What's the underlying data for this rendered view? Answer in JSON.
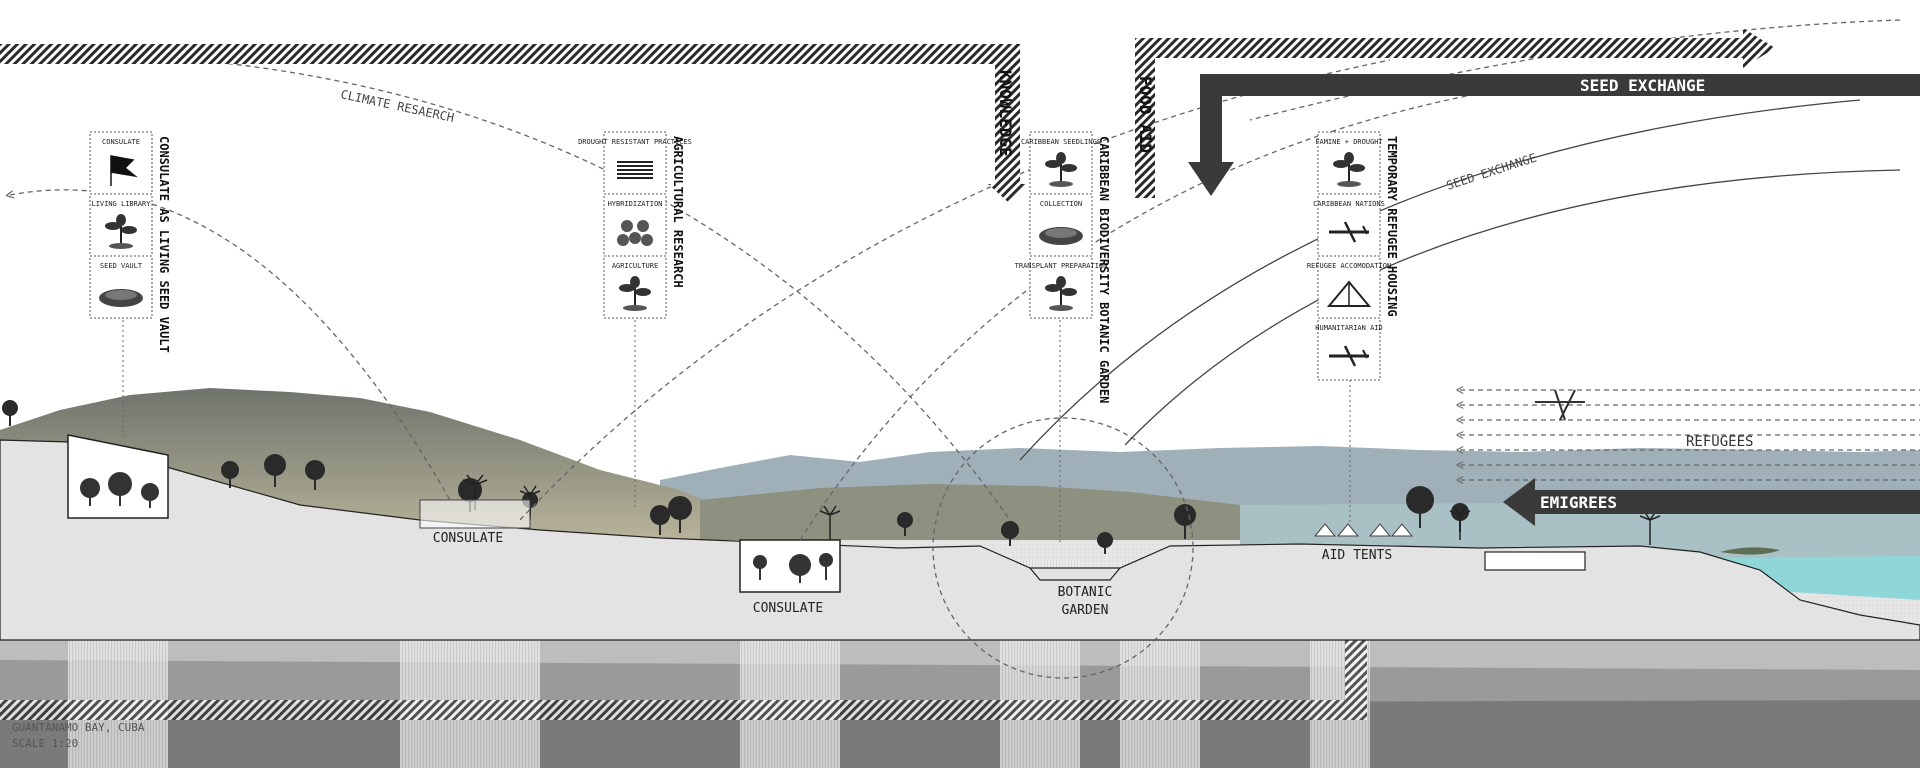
{
  "flows": {
    "knowledge": "KNOWLEDGE",
    "food_aid": "FOOD AID",
    "seed_exchange": "SEED EXCHANGE",
    "seed_exchange_small": "SEED EXCHANGE",
    "climate_research": "CLIMATE RESAERCH",
    "refugees": "REFUGEES",
    "emigrees": "EMIGREES"
  },
  "panels": [
    {
      "title": "CONSULATE AS LIVING SEED VAULT",
      "items": [
        {
          "label": "CONSULATE",
          "icon": "flag-icon"
        },
        {
          "label": "LIVING LIBRARY",
          "icon": "tree-icon"
        },
        {
          "label": "SEED VAULT",
          "icon": "seeds-icon"
        }
      ]
    },
    {
      "title": "AGRICULTURAL RESEARCH",
      "items": [
        {
          "label": "DROUGHT RESISTANT PRACTICES",
          "icon": "layers-icon"
        },
        {
          "label": "HYBRIDIZATION",
          "icon": "spheres-icon"
        },
        {
          "label": "AGRICULTURE",
          "icon": "plant-icon"
        }
      ]
    },
    {
      "title": "CARIBBEAN BIODIVERSITY BOTANIC GARDEN",
      "items": [
        {
          "label": "CARIBBEAN SEEDLINGS",
          "icon": "seedling-icon"
        },
        {
          "label": "COLLECTION",
          "icon": "seeds-icon"
        },
        {
          "label": "TRANSPLANT PREPARATION",
          "icon": "plant-icon"
        }
      ]
    },
    {
      "title": "TEMPORARY REFUGEE HOUSING",
      "items": [
        {
          "label": "FAMINE + DROUGHT",
          "icon": "dry-crop-icon"
        },
        {
          "label": "CARIBBEAN NATIONS",
          "icon": "airplane-icon"
        },
        {
          "label": "REFUGEE ACCOMODATION",
          "icon": "tent-icon"
        },
        {
          "label": "HUMANITARIAN AID",
          "icon": "cargo-plane-icon"
        }
      ]
    }
  ],
  "sites": {
    "consulate_1": "CONSULATE",
    "consulate_2": "CONSULATE",
    "botanic_line1": "BOTANIC",
    "botanic_line2": "GARDEN",
    "aid_tents": "AID TENTS"
  },
  "footer": {
    "location": "GUANTANAMO BAY, CUBA",
    "scale": "SCALE 1:20"
  },
  "colors": {
    "dark_band": "#3a3a3a",
    "hatch": "#2a2a2a",
    "sea": "#8fd6d8",
    "mountain_far": "#9fb0b8",
    "ground": "#e2e2e2"
  }
}
